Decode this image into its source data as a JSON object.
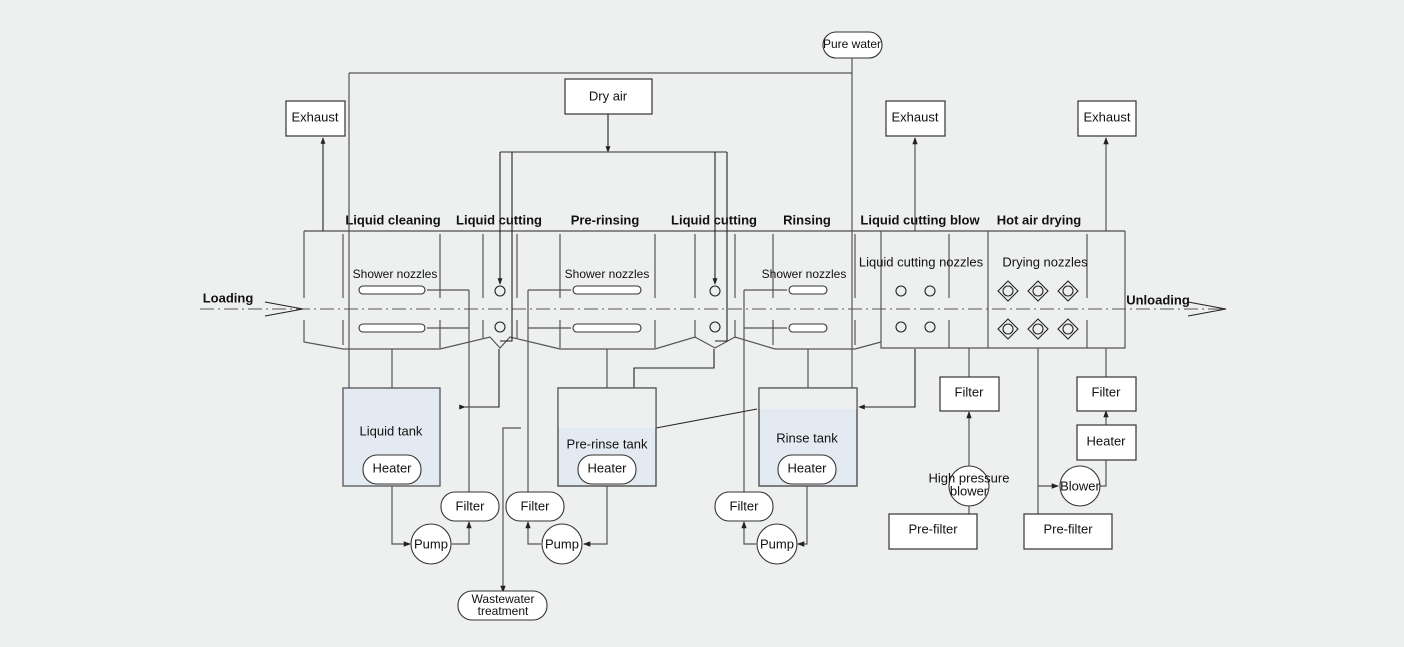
{
  "title": "Cleaning line process flow diagram",
  "flow": {
    "loading": "Loading",
    "unloading": "Unloading"
  },
  "stages": [
    {
      "label": "Liquid cleaning"
    },
    {
      "label": "Liquid cutting"
    },
    {
      "label": "Pre-rinsing"
    },
    {
      "label": "Liquid cutting"
    },
    {
      "label": "Rinsing"
    },
    {
      "label": "Liquid cutting blow"
    },
    {
      "label": "Hot air drying"
    }
  ],
  "nozzles": {
    "shower1": "Shower nozzles",
    "shower2": "Shower nozzles",
    "shower3": "Shower nozzles",
    "cutting": "Liquid cutting nozzles",
    "drying": "Drying nozzles"
  },
  "supplies": {
    "pure_water": "Pure water",
    "dry_air": "Dry air",
    "exhaust1": "Exhaust",
    "exhaust2": "Exhaust",
    "exhaust3": "Exhaust",
    "wastewater": [
      "Wastewater",
      "treatment"
    ]
  },
  "tanks": [
    {
      "label": "Liquid tank",
      "heater": "Heater",
      "filter": "Filter",
      "pump": "Pump"
    },
    {
      "label": "Pre-rinse tank",
      "heater": "Heater",
      "filter": "Filter",
      "pump": "Pump"
    },
    {
      "label": "Rinse tank",
      "heater": "Heater",
      "filter": "Filter",
      "pump": "Pump"
    }
  ],
  "blow_unit": {
    "filter": "Filter",
    "blower": [
      "High pressure",
      "blower"
    ],
    "prefilter": "Pre-filter"
  },
  "dry_unit": {
    "filter": "Filter",
    "heater": "Heater",
    "blower": "Blower",
    "prefilter": "Pre-filter"
  }
}
